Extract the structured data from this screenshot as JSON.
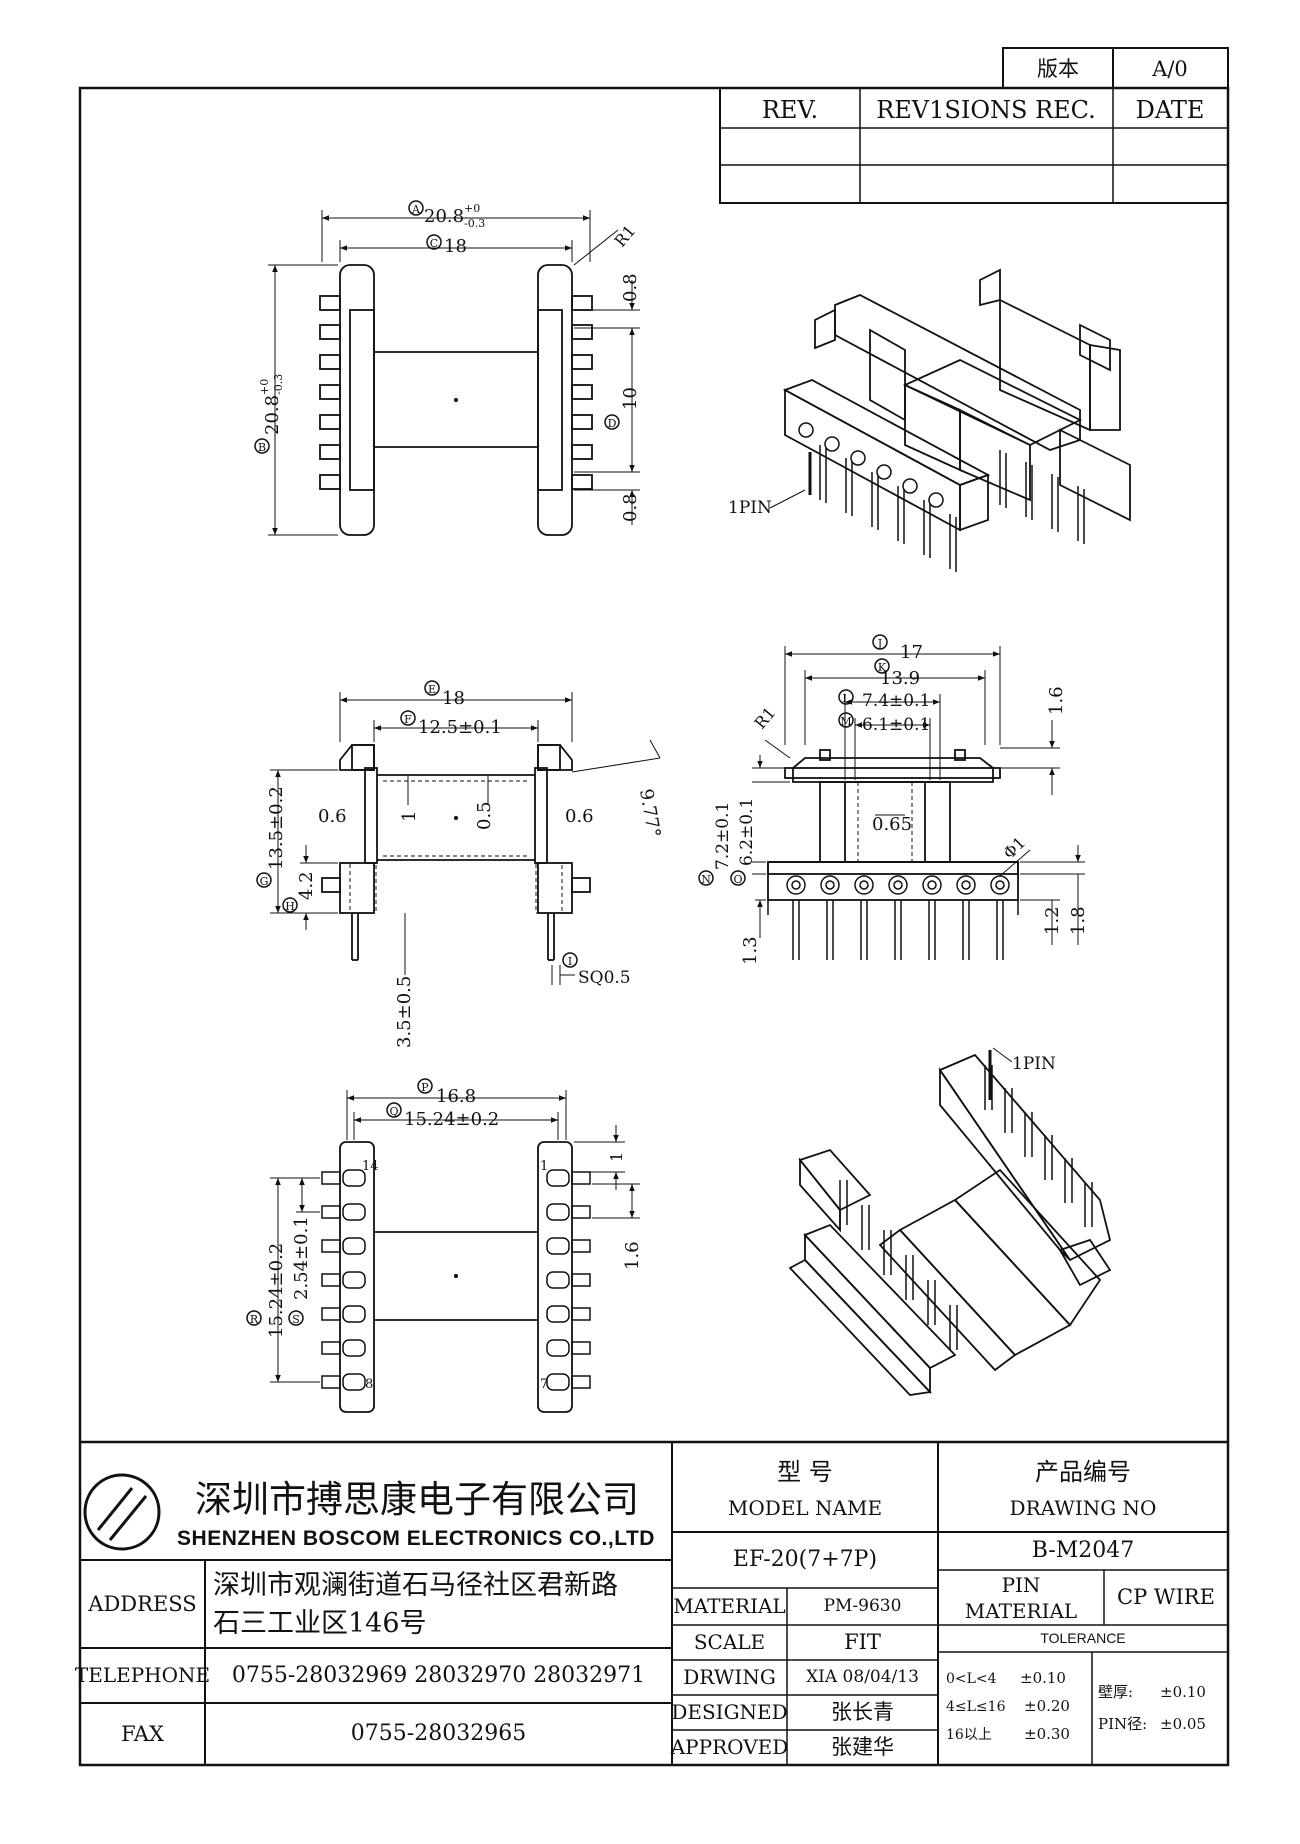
{
  "version_box": {
    "label": "版本",
    "value": "A/0"
  },
  "revision_table": {
    "headers": [
      "REV.",
      "REV1SIONS REC.",
      "DATE"
    ],
    "rows": [
      [
        "",
        "",
        ""
      ],
      [
        "",
        "",
        ""
      ]
    ]
  },
  "top_view": {
    "dimA_letter": "A",
    "dimA": "20.8",
    "dimA_tol_up": "+0",
    "dimA_tol_dn": "-0.3",
    "dimC_letter": "C",
    "dimC": "18",
    "radius": "R1",
    "dimB_letter": "B",
    "dimB": "20.8",
    "dimB_tol_up": "+0",
    "dimB_tol_dn": "-0.3",
    "dimD_letter": "D",
    "dimD": "10",
    "dim_top": "0.8",
    "dim_bottom": "0.8"
  },
  "iso_top": {
    "pin_label": "1PIN"
  },
  "front_view": {
    "dimE_letter": "E",
    "dimE": "18",
    "dimF_letter": "F",
    "dimF": "12.5±0.1",
    "dimG_letter": "G",
    "dimG": "13.5±0.2",
    "dimH_letter": "H",
    "dimH": "4.2",
    "dim_left": "0.6",
    "dim_right": "0.6",
    "dim_mid": "0.5",
    "dim_one": "1",
    "angle": "9.77°",
    "dimI_letter": "I",
    "dimI": "SQ0.5",
    "dim_pin_len": "3.5±0.5"
  },
  "side_view": {
    "dimJ_letter": "J",
    "dimJ": "17",
    "dimK_letter": "K",
    "dimK": "13.9",
    "dimL_letter": "L",
    "dimL": "7.4±0.1",
    "dimM_letter": "M",
    "dimM": "6.1±0.1",
    "radius": "R1",
    "dim_16": "1.6",
    "dimN_letter": "N",
    "dimN": "7.2±0.1",
    "dimO_letter": "O",
    "dimO": "6.2±0.1",
    "dim_center": "0.65",
    "dim_phi": "Φ1",
    "dim_13": "1.3",
    "dim_12": "1.2",
    "dim_18": "1.8"
  },
  "bottom_view": {
    "dimP_letter": "P",
    "dimP": "16.8",
    "dimQ_letter": "Q",
    "dimQ": "15.24±0.2",
    "dimR_letter": "R",
    "dimR": "15.24±0.2",
    "dimS_letter": "S",
    "dimS": "2.54±0.1",
    "dim_one": "1",
    "dim_16": "1.6",
    "pin14": "14",
    "pin1": "1",
    "pin8": "8",
    "pin7": "7"
  },
  "iso_bottom": {
    "pin_label": "1PIN"
  },
  "title_block": {
    "company_cn": "深圳市搏思康电子有限公司",
    "company_en": "SHENZHEN BOSCOM ELECTRONICS CO.,LTD",
    "address_label": "ADDRESS",
    "address_line1": "深圳市观澜街道石马径社区君新路",
    "address_line2": "石三工业区146号",
    "telephone_label": "TELEPHONE",
    "telephone": "0755-28032969 28032970 28032971",
    "fax_label": "FAX",
    "fax": "0755-28032965",
    "model_cn": "型    号",
    "model_en": "MODEL NAME",
    "model_value": "EF-20(7+7P)",
    "drawing_cn": "产品编号",
    "drawing_en": "DRAWING NO",
    "drawing_value": "B-M2047",
    "material_label": "MATERIAL",
    "material_value": "PM-9630",
    "scale_label": "SCALE",
    "scale_value": "FIT",
    "drwing_label": "DRWING",
    "drwing_value": "XIA 08/04/13",
    "designed_label": "DESIGNED",
    "designed_value": "张长青",
    "approved_label": "APPROVED",
    "approved_value": "张建华",
    "pin_material_label_1": "PIN",
    "pin_material_label_2": "MATERIAL",
    "pin_material_value": "CP WIRE",
    "tolerance_label": "TOLERANCE",
    "tol1_range": "0<L<4",
    "tol1_value": "±0.10",
    "tol2_range": "4≤L≤16",
    "tol2_value": "±0.20",
    "tol3_range": "16以上",
    "tol3_value": "±0.30",
    "wall_label": "壁厚:",
    "wall_value": "±0.10",
    "pin_dia_label": "PIN径:",
    "pin_dia_value": "±0.05"
  }
}
